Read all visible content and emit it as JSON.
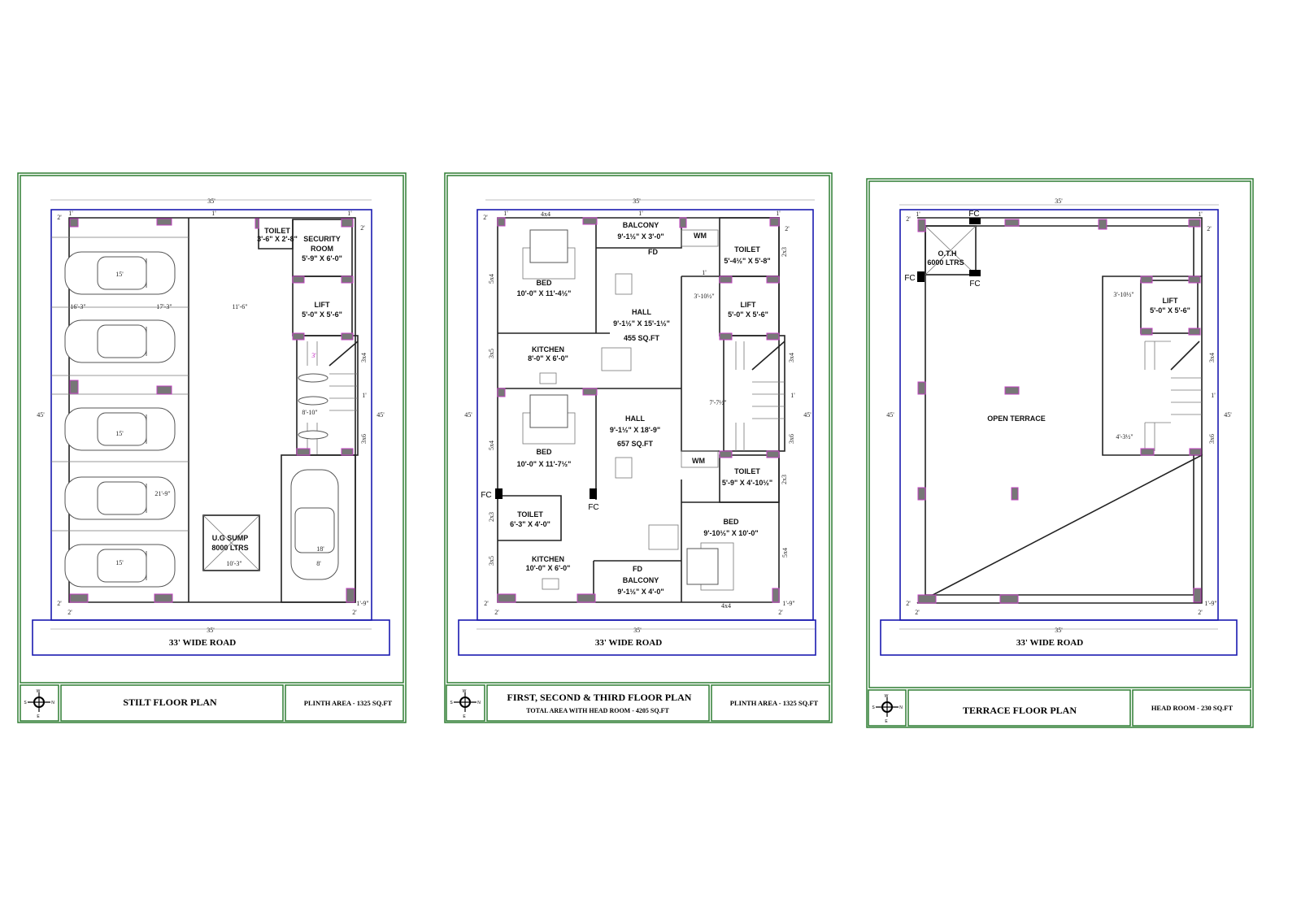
{
  "sheets": [
    {
      "title": "STILT FLOOR PLAN",
      "area": "PLINTH AREA - 1325 SQ.FT",
      "road": "33' WIDE ROAD",
      "rooms": {
        "toilet": "TOILET",
        "toilet_size": "3'-6\" X 2'-8\"",
        "security": "SECURITY",
        "security2": "ROOM",
        "security_size": "5'-9\" X 6'-0\"",
        "lift": "LIFT",
        "lift_size": "5'-0\" X 5'-6\"",
        "sump": "U.G SUMP",
        "sump_cap": "8000 LTRS"
      },
      "dims": {
        "width": "35'",
        "depth": "45'",
        "d15a": "15'",
        "d15b": "15'",
        "d15c": "15'",
        "d16_3": "16'-3\"",
        "d17_3": "17'-3\"",
        "d11_6": "11'-6\"",
        "d21_9": "21'-9\"",
        "d10_3": "10'-3\"",
        "d18": "18'",
        "d8": "8'",
        "d8_10": "8'-10\"",
        "one": "1'",
        "two": "2'",
        "d1_9": "1'-9\"",
        "w3x4": "3x4",
        "w3x6": "3x6",
        "s3": "3'"
      }
    },
    {
      "title": "FIRST, SECOND & THIRD FLOOR PLAN",
      "subtitle": "TOTAL AREA WITH HEAD ROOM - 4205 SQ.FT",
      "area": "PLINTH AREA - 1325 SQ.FT",
      "road": "33' WIDE ROAD",
      "rooms": {
        "bed1": "BED",
        "bed1_size": "10'-0\" X 11'-4½\"",
        "balcony1": "BALCONY",
        "balcony1_size": "9'-1½\" X 3'-0\"",
        "wm": "WM",
        "fd": "FD",
        "toilet1": "TOILET",
        "toilet1_size": "5'-4½\" X 5'-8\"",
        "hall1": "HALL",
        "hall1_size": "9'-1½\" X 15'-1½\"",
        "hall1_area": "455 SQ.FT",
        "lift": "LIFT",
        "lift_size": "5'-0\" X 5'-6\"",
        "kitchen1": "KITCHEN",
        "kitchen1_size": "8'-0\" X 6'-0\"",
        "bed2": "BED",
        "bed2_size": "10'-0\" X 11'-7½\"",
        "hall2": "HALL",
        "hall2_size": "9'-1½\" X 18'-9\"",
        "hall2_area": "657 SQ.FT",
        "toilet2": "TOILET",
        "toilet2_size": "5'-9\" X 4'-10½\"",
        "toilet3": "TOILET",
        "toilet3_size": "6'-3\" X 4'-0\"",
        "bed3": "BED",
        "bed3_size": "9'-10½\" X 10'-0\"",
        "kitchen2": "KITCHEN",
        "kitchen2_size": "10'-0\" X 6'-0\"",
        "balcony2": "BALCONY",
        "balcony2_size": "9'-1½\" X 4'-0\"",
        "fc": "FC"
      },
      "dims": {
        "width": "35'",
        "depth": "45'",
        "w4x4": "4x4",
        "w5x4": "5x4",
        "w3x5": "3x5",
        "w2x3": "2x3",
        "w3x4": "3x4",
        "w3x6": "3x6",
        "d3_10": "3'-10½\"",
        "d7_7": "7'-7½\"",
        "one": "1'",
        "two": "2'",
        "d1_9": "1'-9\""
      }
    },
    {
      "title": "TERRACE FLOOR PLAN",
      "area": "HEAD ROOM - 230 SQ.FT",
      "road": "33' WIDE ROAD",
      "rooms": {
        "oth": "O.T.H",
        "oth_cap": "6000 LTRS",
        "open": "OPEN TERRACE",
        "lift": "LIFT",
        "lift_size": "5'-0\" X 5'-6\"",
        "fc": "FC"
      },
      "dims": {
        "width": "35'",
        "depth": "45'",
        "d3_10": "3'-10½\"",
        "d4_3": "4'-3½\"",
        "one": "1'",
        "two": "2'",
        "d1_9": "1'-9\"",
        "w3x4": "3x4",
        "w3x6": "3x6"
      }
    }
  ],
  "compass": {
    "n": "N",
    "s": "S",
    "w": "W",
    "e": "E"
  }
}
